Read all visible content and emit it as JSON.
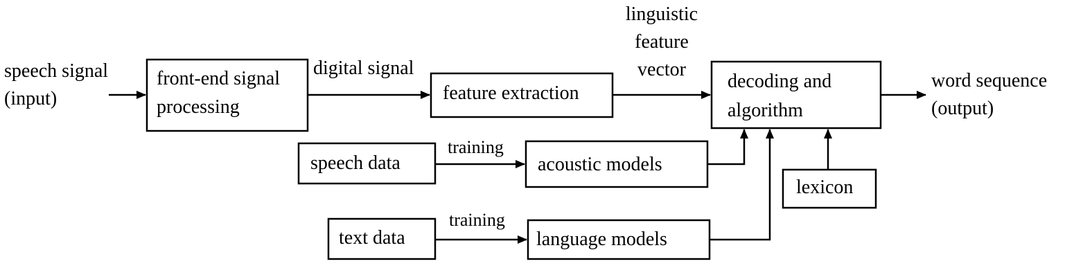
{
  "inputs": {
    "speech_signal_line1": "speech signal",
    "speech_signal_line2": "(input)"
  },
  "blocks": {
    "front_end_line1": "front-end signal",
    "front_end_line2": "processing",
    "feature_extraction": "feature extraction",
    "decoding_line1": "decoding and",
    "decoding_line2": "algorithm",
    "speech_data": "speech data",
    "acoustic_models": "acoustic models",
    "lexicon": "lexicon",
    "text_data": "text data",
    "language_models": "language models"
  },
  "edges": {
    "digital_signal": "digital signal",
    "feature_vector_line1": "linguistic",
    "feature_vector_line2": "feature",
    "feature_vector_line3": "vector",
    "training_acoustic": "training",
    "training_language": "training"
  },
  "outputs": {
    "word_sequence_line1": "word sequence",
    "word_sequence_line2": "(output)"
  }
}
